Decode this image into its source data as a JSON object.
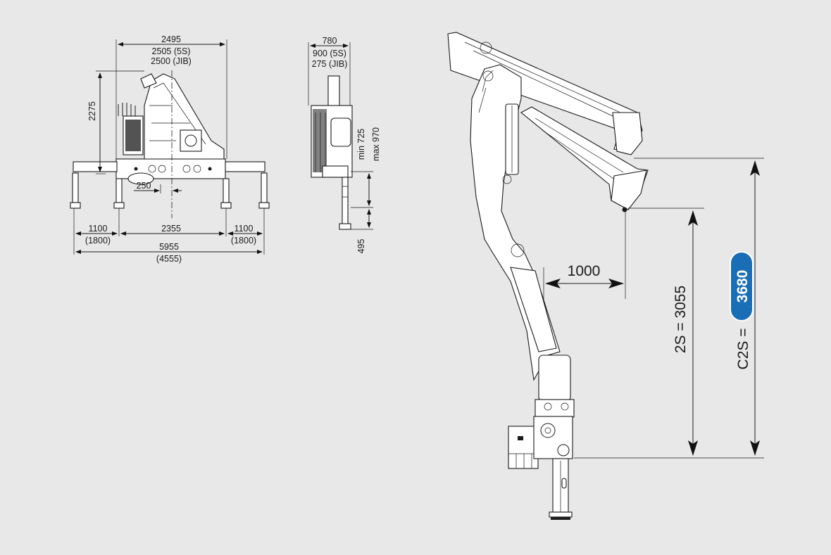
{
  "front_view": {
    "width_top": "2495",
    "width_5s": "2505 (5S)",
    "width_jib": "2500 (JIB)",
    "height": "2275",
    "offset": "250",
    "leg_left": "1100",
    "leg_left_alt": "(1800)",
    "center_span": "2355",
    "leg_right": "1100",
    "leg_right_alt": "(1800)",
    "total_span": "5955",
    "total_span_alt": "(4555)"
  },
  "side_view": {
    "width_top": "780",
    "width_5s": "900 (5S)",
    "width_jib": "275 (JIB)",
    "stroke_min": "min 725",
    "stroke_max": "max 970",
    "foot_height": "495"
  },
  "boom_view": {
    "reach": "1000",
    "height_2s": "2S = 3055",
    "height_c2s_label": "C2S =",
    "height_c2s_value": "3680"
  },
  "colors": {
    "background": "#e8e8e8",
    "badge": "#1a6eb5",
    "line": "#1a1a1a"
  }
}
